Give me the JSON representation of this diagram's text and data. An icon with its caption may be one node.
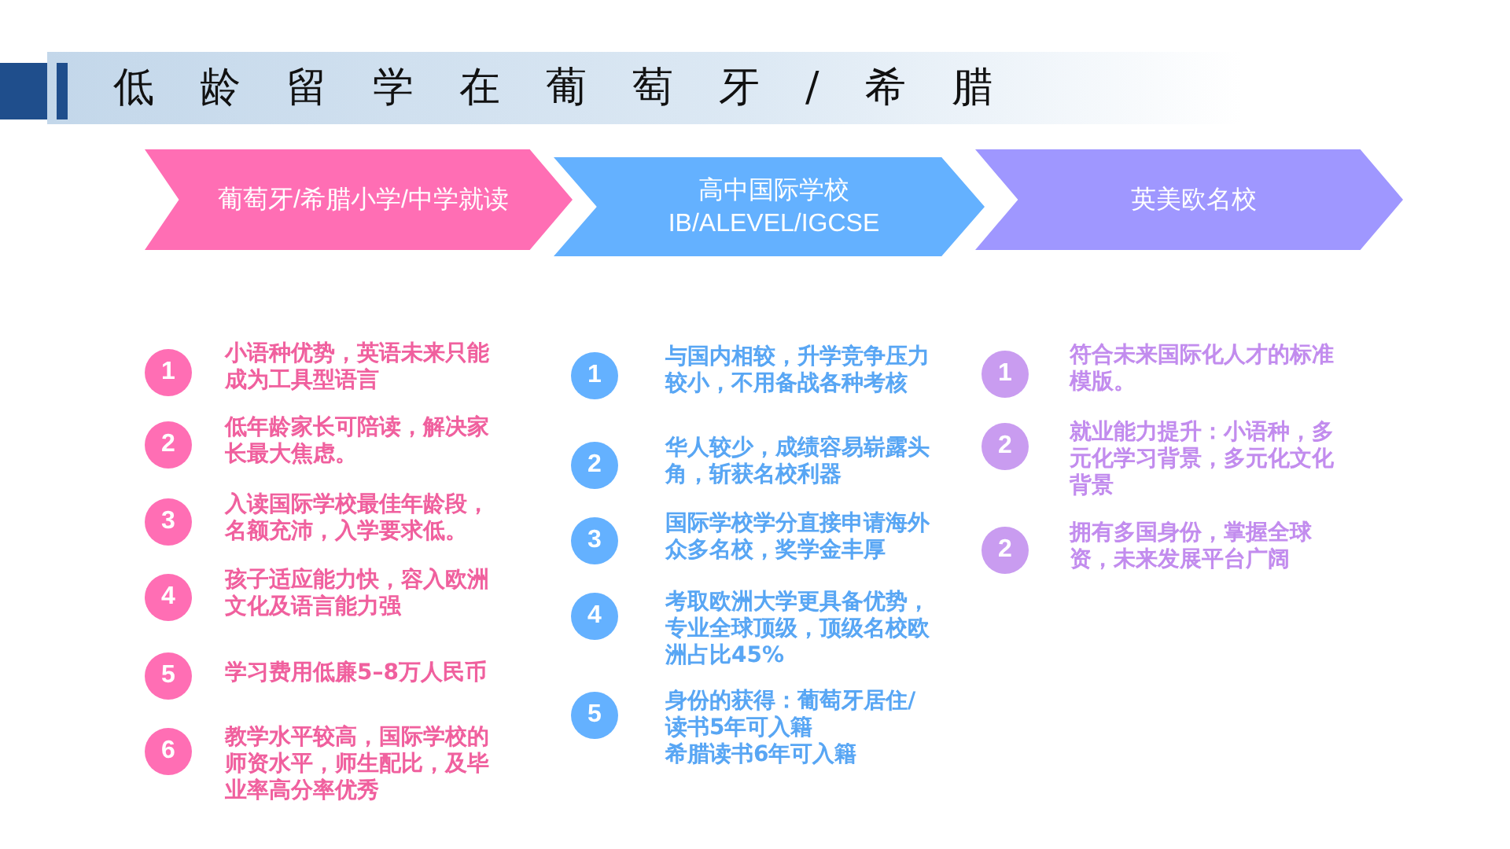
{
  "diagram": {
    "title": "低龄留学在葡萄牙/希腊",
    "nodes": [
      {
        "text": [
          "葡萄牙/希腊小学/中学就读"
        ]
      },
      {
        "text": [
          "高中国际学校 IB/ALEVEL/IGCSE"
        ]
      },
      {
        "text": [
          "英美欧名校"
        ]
      },
      {
        "text": [
          "1"
        ],
        "beside": [
          "小语种优势，英语未来只能成为工具型语言"
        ]
      },
      {
        "text": [
          "2"
        ],
        "beside": [
          "低年龄家长可陪读，解决家长最大焦虑。"
        ]
      },
      {
        "text": [
          "3"
        ],
        "beside": [
          "入读国际学校最佳年龄段，名额充沛，入学要求低。"
        ]
      },
      {
        "text": [
          "4"
        ],
        "beside": [
          "孩子适应能力快，容入欧洲文化及语言能力强"
        ]
      },
      {
        "text": [
          "5"
        ],
        "beside": [
          "学习费用低廉5–8万人民币"
        ]
      },
      {
        "text": [
          "6"
        ],
        "beside": [
          "教学水平较高，国际学校的师资水平，师生配比，及毕业率高分率优秀"
        ]
      },
      {
        "text": [
          "1"
        ],
        "beside": [
          "与国内相较，升学竞争压力较小，不用备战各种考核"
        ]
      },
      {
        "text": [
          "2"
        ],
        "beside": [
          "华人较少，成绩容易崭露头角，斩获名校利器"
        ]
      },
      {
        "text": [
          "3"
        ],
        "beside": [
          "国际学校学分直接申请海外众多名校，奖学金丰厚"
        ]
      },
      {
        "text": [
          "4"
        ],
        "beside": [
          "考取欧洲大学更具备优势，专业全球顶级，顶级名校欧洲占比45%"
        ]
      },
      {
        "text": [
          "5"
        ],
        "beside": [
          "身份的获得：葡萄牙居住/读书5年可入籍",
          "希腊读书6年可入籍"
        ]
      },
      {
        "text": [
          "1"
        ],
        "beside": [
          "符合未来国际化人才的标准模版。"
        ]
      },
      {
        "text": [
          "2"
        ],
        "beside": [
          "就业能力提升：小语种，多元化学习背景，多元化文化背景"
        ]
      },
      {
        "text": [
          "2"
        ],
        "beside": [
          "拥有多国身份，掌握全球资，未来发展平台广阔"
        ]
      }
    ]
  }
}
